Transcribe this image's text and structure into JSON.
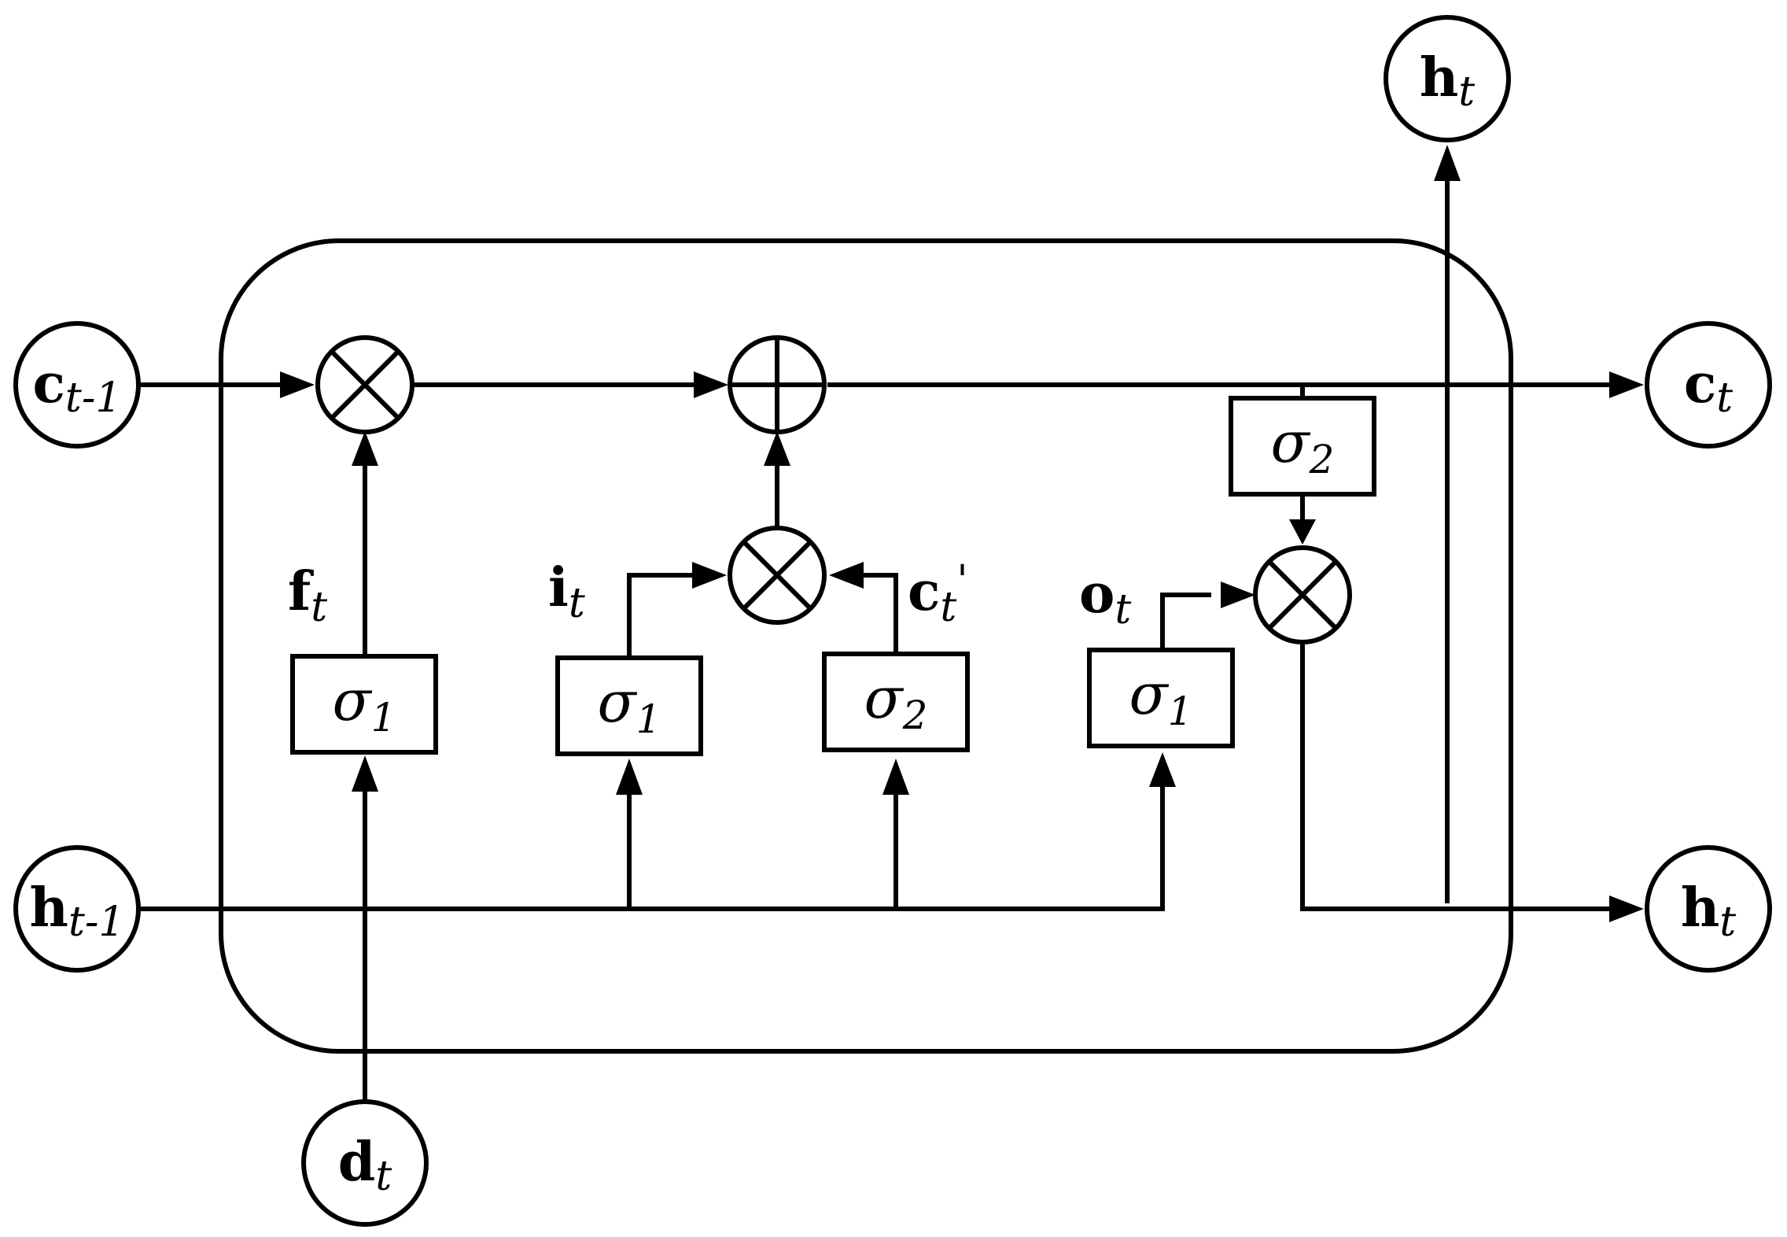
{
  "nodes": {
    "c_prev": {
      "main": "c",
      "sub": "t-1"
    },
    "h_prev": {
      "main": "h",
      "sub": "t-1"
    },
    "c_out": {
      "main": "c",
      "sub": "t"
    },
    "h_out": {
      "main": "h",
      "sub": "t"
    },
    "h_top": {
      "main": "h",
      "sub": "t"
    },
    "d_in": {
      "main": "d",
      "sub": "t"
    }
  },
  "labels": {
    "forget": {
      "main": "f",
      "sub": "t"
    },
    "input": {
      "main": "i",
      "sub": "t"
    },
    "cand": {
      "main": "c",
      "sub": "t",
      "sup": "'"
    },
    "output": {
      "main": "o",
      "sub": "t"
    }
  },
  "boxes": {
    "b1": {
      "sym": "σ",
      "sub": "1"
    },
    "b2": {
      "sym": "σ",
      "sub": "1"
    },
    "b3": {
      "sym": "σ",
      "sub": "2"
    },
    "b4": {
      "sym": "σ",
      "sub": "1"
    },
    "b5": {
      "sym": "σ",
      "sub": "2"
    }
  },
  "operators": {
    "mul_forget": "multiply",
    "add_cell": "add",
    "mul_input": "multiply",
    "mul_output": "multiply"
  }
}
